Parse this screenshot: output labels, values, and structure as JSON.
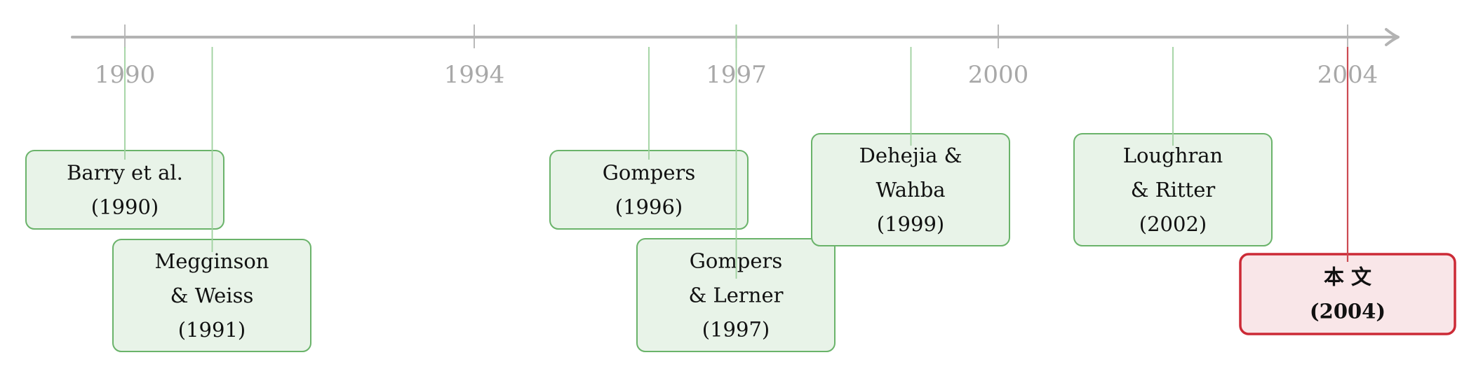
{
  "colors": {
    "axis": "#b3b3b3",
    "year_text": "#a8a8a8",
    "green_fill": "#e8f3e8",
    "green_stroke": "#6ab36a",
    "green_connector": "#9fd19f",
    "red_fill": "#f9e6e8",
    "red_stroke": "#cc2a36",
    "red_connector": "#cc4a52"
  },
  "years": [
    {
      "label": "1990",
      "value": 1990
    },
    {
      "label": "1994",
      "value": 1994
    },
    {
      "label": "1997",
      "value": 1997
    },
    {
      "label": "2000",
      "value": 2000
    },
    {
      "label": "2004",
      "value": 2004
    }
  ],
  "events": [
    {
      "id": "barry",
      "lines": [
        "Barry et al.",
        "(1990)"
      ],
      "style": "green",
      "year": 1990
    },
    {
      "id": "megginson",
      "lines": [
        "Megginson",
        "& Weiss",
        "(1991)"
      ],
      "style": "green",
      "year": 1991
    },
    {
      "id": "gompers1996",
      "lines": [
        "Gompers",
        "(1996)"
      ],
      "style": "green",
      "year": 1996
    },
    {
      "id": "gompers-lerner",
      "lines": [
        "Gompers",
        "& Lerner",
        "(1997)"
      ],
      "style": "green",
      "year": 1997
    },
    {
      "id": "dehejia",
      "lines": [
        "Dehejia &",
        "Wahba",
        "(1999)"
      ],
      "style": "green",
      "year": 1999
    },
    {
      "id": "loughran",
      "lines": [
        "Loughran",
        "& Ritter",
        "(2002)"
      ],
      "style": "green",
      "year": 2002
    },
    {
      "id": "this-paper",
      "lines": [
        "本 文",
        "(2004)"
      ],
      "style": "red",
      "year": 2004
    }
  ]
}
